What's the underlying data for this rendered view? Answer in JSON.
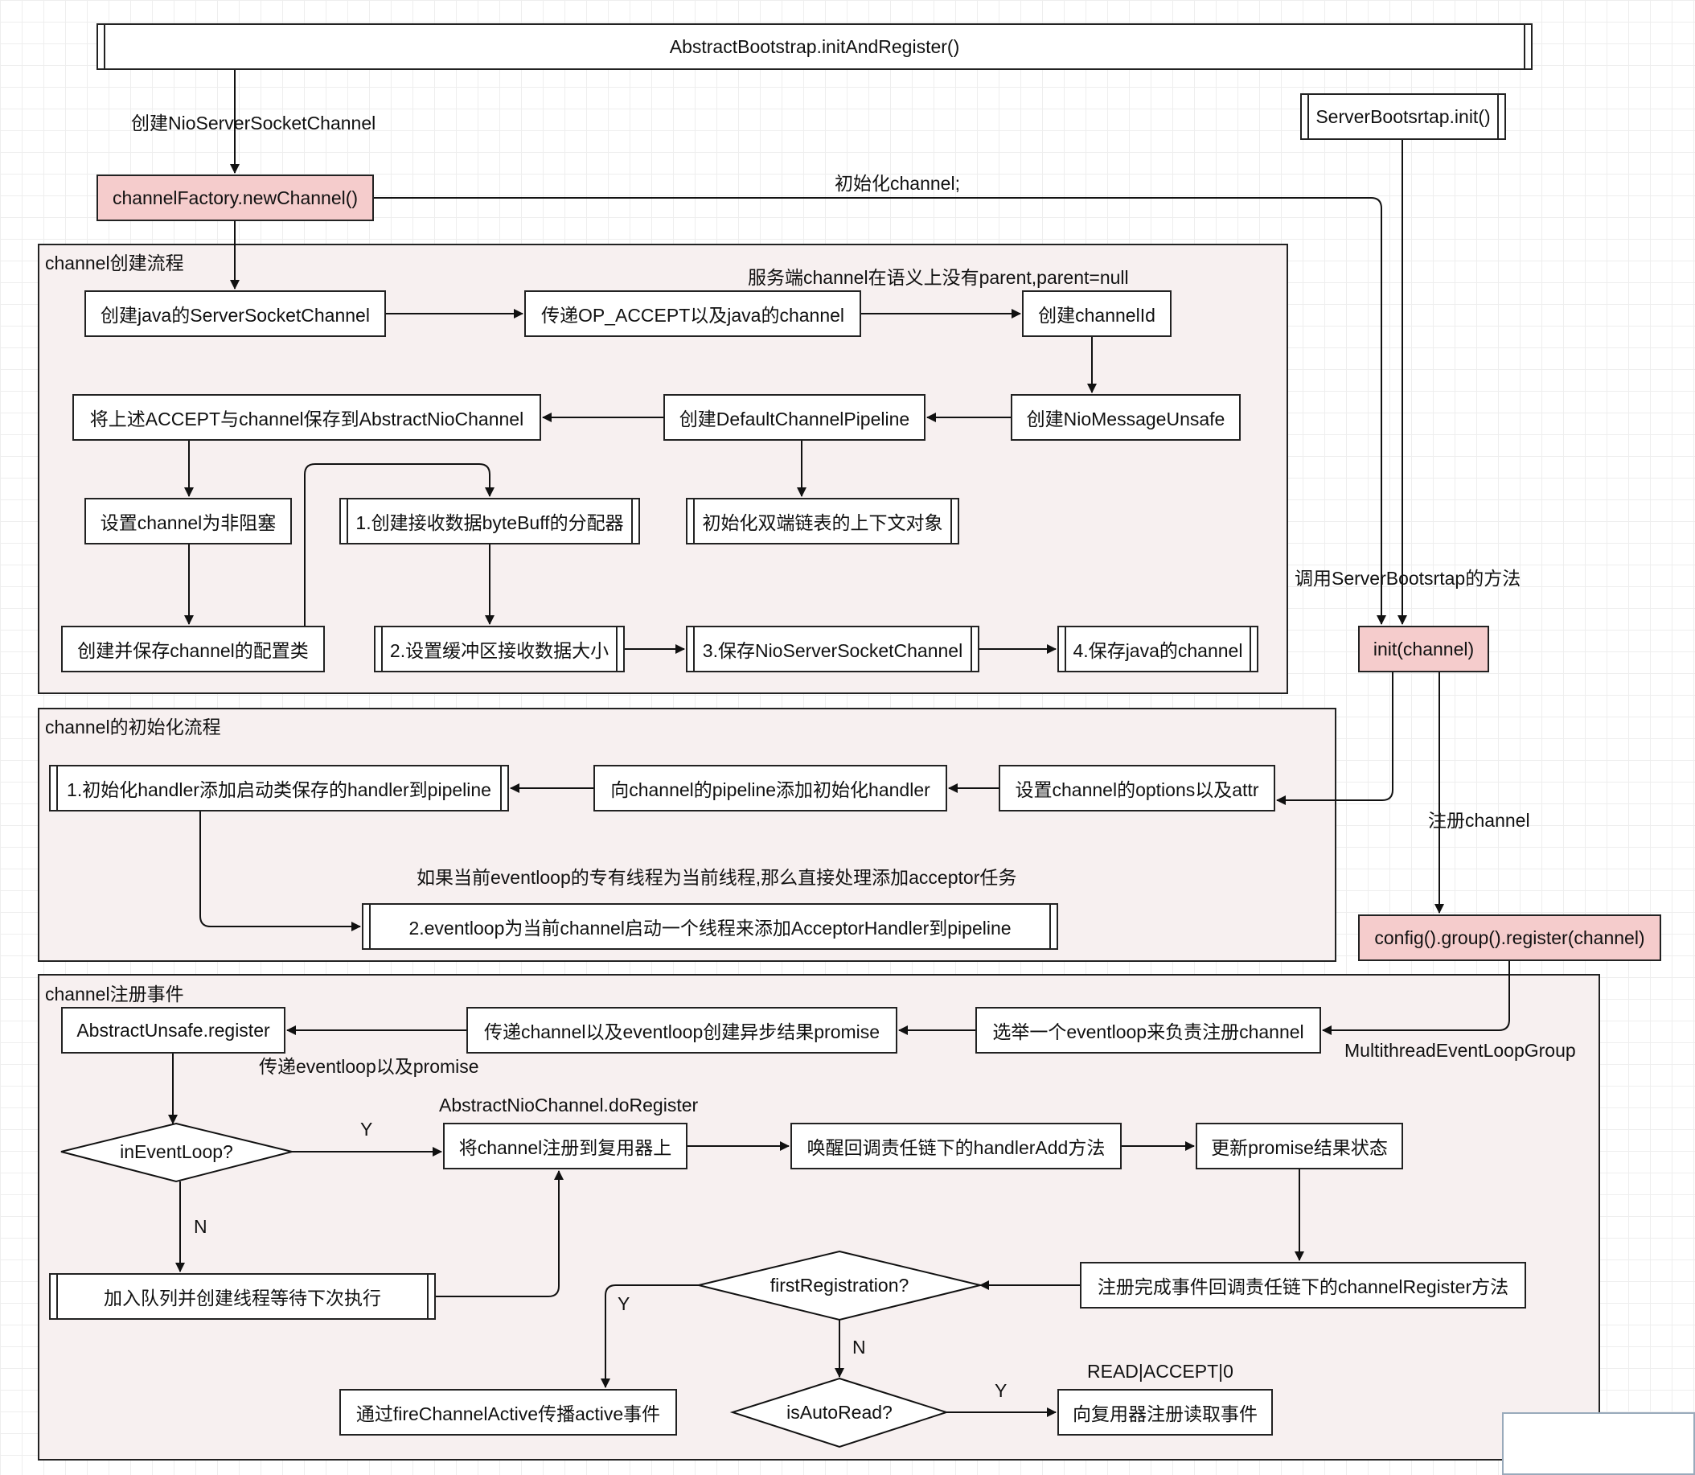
{
  "nodes": {
    "init_and_register": "AbstractBootstrap.initAndRegister()",
    "server_bootstrap_init": "ServerBootsrtap.init()",
    "new_channel": "channelFactory.newChannel()",
    "create_java_channel": "创建java的ServerSocketChannel",
    "pass_op_accept": "传递OP_ACCEPT以及java的channel",
    "create_channel_id": "创建channelId",
    "create_unsafe": "创建NioMessageUnsafe",
    "create_pipeline": "创建DefaultChannelPipeline",
    "save_accept": "将上述ACCEPT与channel保存到AbstractNioChannel",
    "set_non_blocking": "设置channel为非阻塞",
    "create_allocator": "1.创建接收数据byteBuff的分配器",
    "init_context": "初始化双端链表的上下文对象",
    "create_config": "创建并保存channel的配置类",
    "set_buffer": "2.设置缓冲区接收数据大小",
    "save_nio_channel": "3.保存NioServerSocketChannel",
    "save_java_channel": "4.保存java的channel",
    "init_channel": "init(channel)",
    "init_handler": "1.初始化handler添加启动类保存的handler到pipeline",
    "add_init_handler": "向channel的pipeline添加初始化handler",
    "set_options": "设置channel的options以及attr",
    "eventloop_thread": "2.eventloop为当前channel启动一个线程来添加AcceptorHandler到pipeline",
    "register_channel": "config().group().register(channel)",
    "unsafe_register": "AbstractUnsafe.register",
    "pass_promise": "传递channel以及eventloop创建异步结果promise",
    "choose_eventloop": "选举一个eventloop来负责注册channel",
    "in_event_loop": "inEventLoop?",
    "register_selector": "将channel注册到复用器上",
    "wake_handler_add": "唤醒回调责任链下的handlerAdd方法",
    "update_promise": "更新promise结果状态",
    "queue_thread": "加入队列并创建线程等待下次执行",
    "first_registration": "firstRegistration?",
    "register_complete": "注册完成事件回调责任链下的channelRegister方法",
    "fire_active": "通过fireChannelActive传播active事件",
    "is_auto_read": "isAutoRead?",
    "register_read": "向复用器注册读取事件"
  },
  "groups": {
    "create": "channel创建流程",
    "init": "channel的初始化流程",
    "register": "channel注册事件"
  },
  "labels": {
    "create_nio": "创建NioServerSocketChannel",
    "init_channel_semi": "初始化channel;",
    "no_parent": "服务端channel在语义上没有parent,parent=null",
    "call_bootstrap": "调用ServerBootsrtap的方法",
    "register_channel_lbl": "注册channel",
    "if_current": "如果当前eventloop的专有线程为当前线程,那么直接处理添加acceptor任务",
    "multithread": "MultithreadEventLoopGroup",
    "pass_eventloop": "传递eventloop以及promise",
    "do_register": "AbstractNioChannel.doRegister",
    "y1": "Y",
    "n1": "N",
    "y2": "Y",
    "n2": "N",
    "y3": "Y",
    "read_accept": "READ|ACCEPT|0"
  },
  "colors": {
    "highlight": "#f5cccc",
    "group_fill": "#f7f0f0",
    "stroke": "#222222"
  }
}
